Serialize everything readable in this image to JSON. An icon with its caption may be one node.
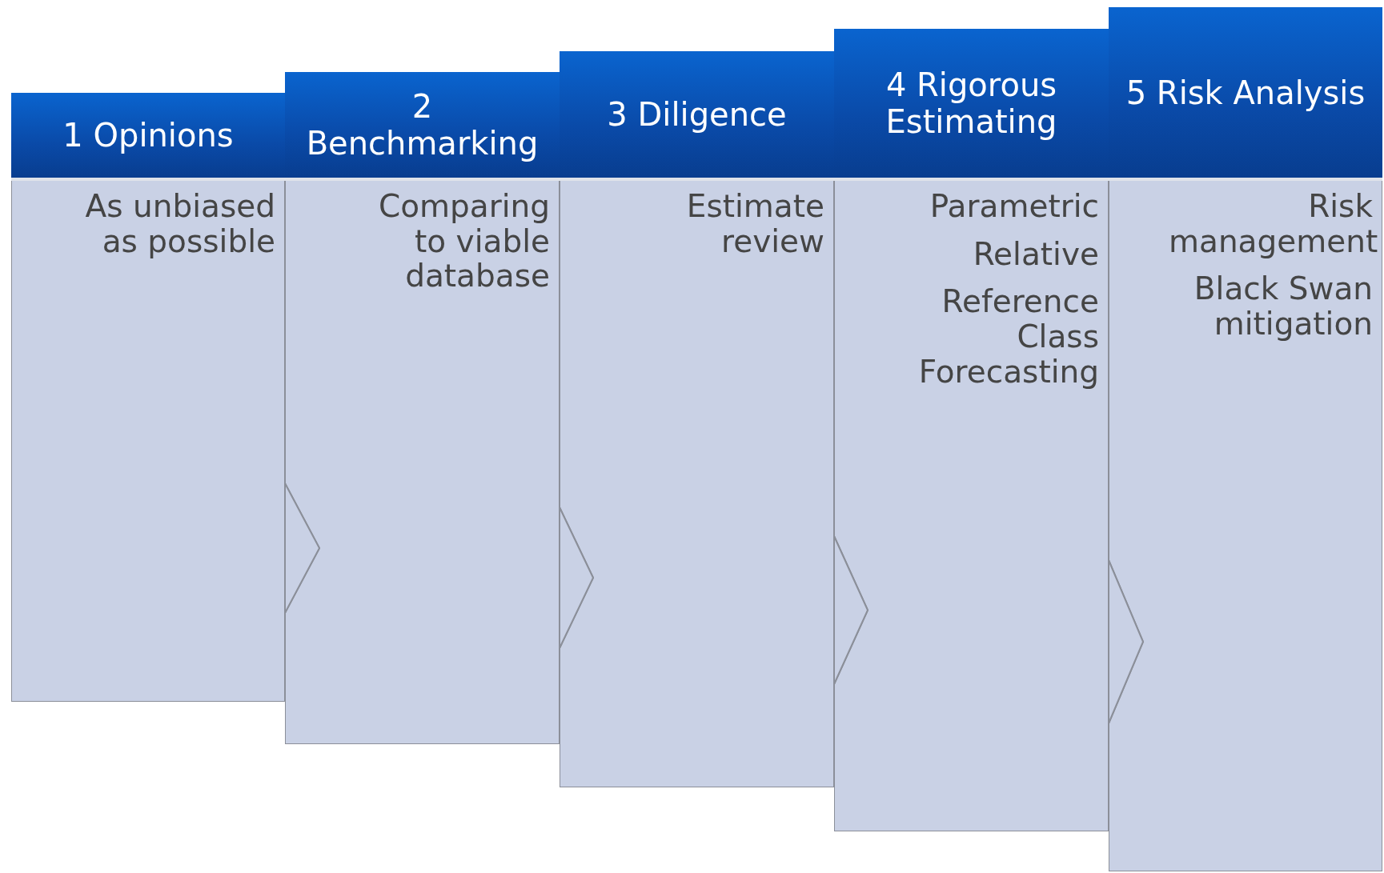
{
  "diagram": {
    "nodes": [
      {
        "text": [
          "1 Opinions",
          "As unbiased as possible"
        ]
      },
      {
        "text": [
          "2 Benchmarking",
          "Comparing to viable database"
        ]
      },
      {
        "text": [
          "3 Diligence",
          "Estimate review"
        ]
      },
      {
        "text": [
          "4 Rigorous Estimating",
          "Parametric",
          "Relative",
          "Reference Class Forecasting"
        ]
      },
      {
        "text": [
          "5 Risk Analysis",
          "Risk management",
          "Black Swan mitigation"
        ]
      }
    ],
    "edges": [
      {
        "from": 0,
        "to": 1,
        "arrow": "to"
      },
      {
        "from": 1,
        "to": 2,
        "arrow": "to"
      },
      {
        "from": 2,
        "to": 3,
        "arrow": "to"
      },
      {
        "from": 3,
        "to": 4,
        "arrow": "to"
      }
    ]
  }
}
